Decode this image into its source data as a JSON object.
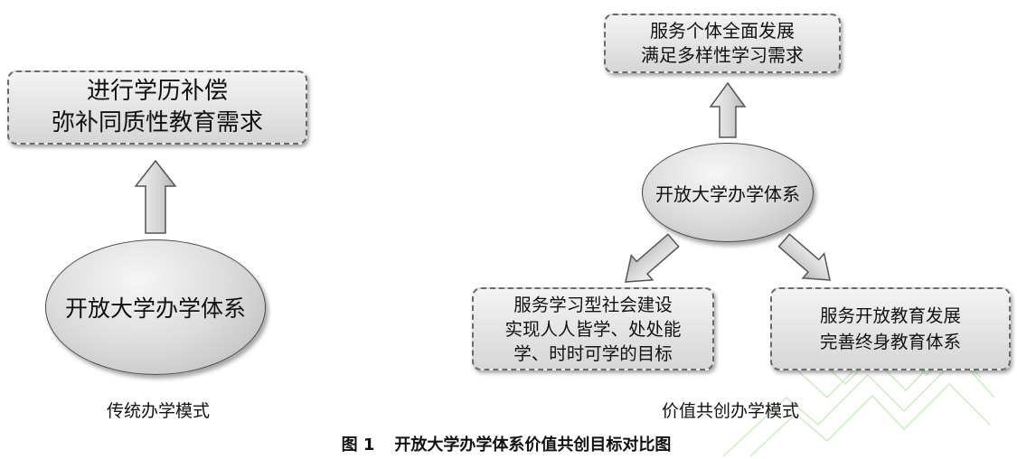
{
  "left_model": {
    "goal_box": {
      "lines": [
        "进行学历补偿",
        "弥补同质性教育需求"
      ]
    },
    "system_label": "开放大学办学体系",
    "caption": "传统办学模式"
  },
  "right_model": {
    "goal_top": {
      "lines": [
        "服务个体全面发展",
        "满足多样性学习需求"
      ]
    },
    "system_label": "开放大学办学体系",
    "goal_left": {
      "lines": [
        "服务学习型社会建设",
        "实现人人皆学、处处能",
        "学、时时可学的目标"
      ]
    },
    "goal_right": {
      "lines": [
        "服务开放教育发展",
        "完善终身教育体系"
      ]
    },
    "caption": "价值共创办学模式"
  },
  "figure_caption": {
    "number": "图 1",
    "title": "开放大学办学体系价值共创目标对比图"
  },
  "colors": {
    "box_fill": "#e2e2e2",
    "box_border": "#6a6a6a",
    "ellipse_fill": "#d6d6d6",
    "ellipse_border": "#4a4a4a",
    "arrow_fill": "#d0d0d0",
    "arrow_stroke": "#555555",
    "watermark": "#bfe6b6"
  }
}
